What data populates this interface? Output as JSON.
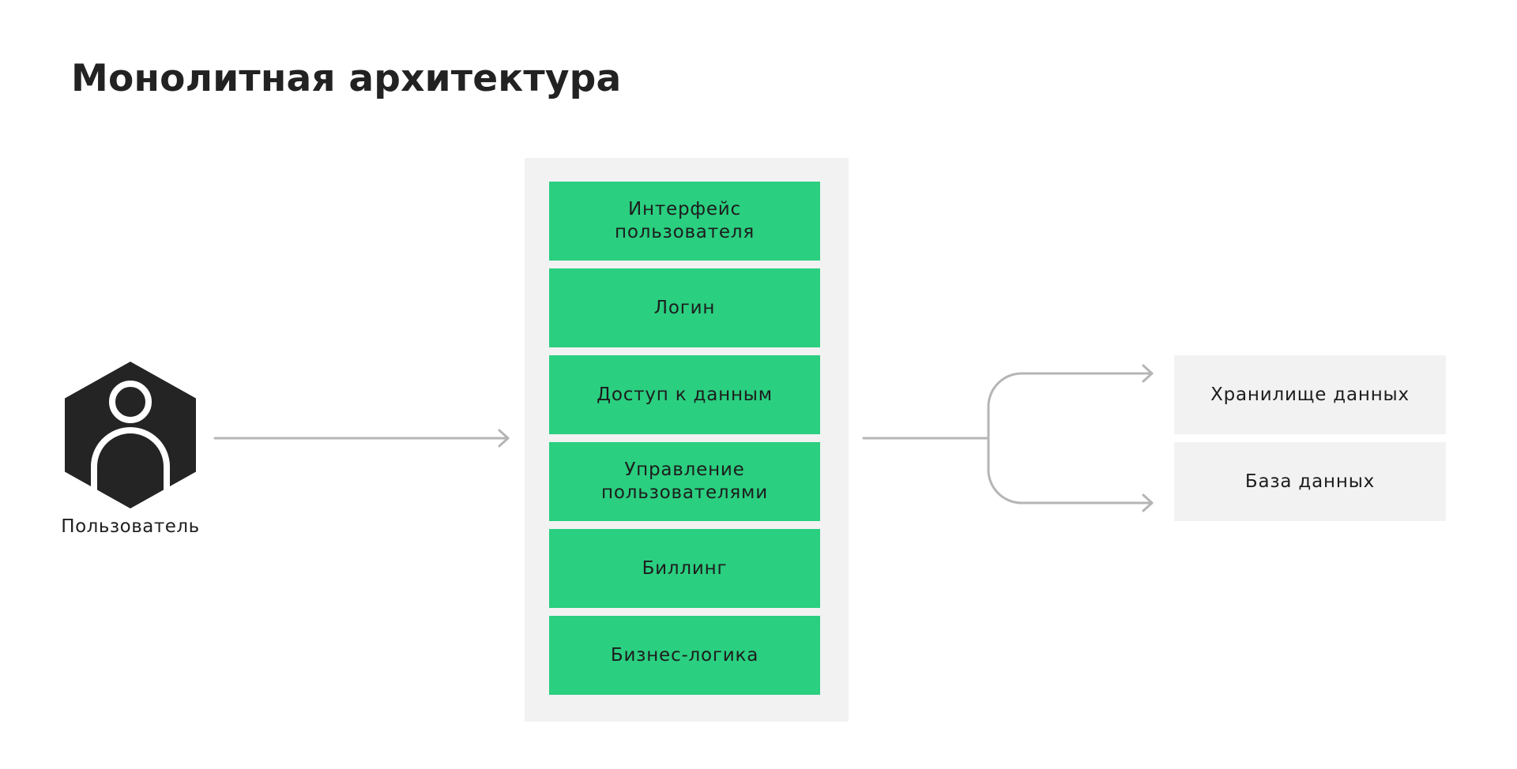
{
  "title": "Монолитная архитектура",
  "user": {
    "label": "Пользователь",
    "icon": "user-hexagon-icon"
  },
  "monolith": {
    "modules": [
      {
        "label": "Интерфейс\nпользователя"
      },
      {
        "label": "Логин"
      },
      {
        "label": "Доступ к данным"
      },
      {
        "label": "Управление\nпользователями"
      },
      {
        "label": "Биллинг"
      },
      {
        "label": "Бизнес-логика"
      }
    ]
  },
  "storage": [
    {
      "label": "Хранилище данных"
    },
    {
      "label": "База данных"
    }
  ],
  "colors": {
    "module": "#2acf80",
    "panel": "#f2f2f2",
    "connector": "#b5b5b5",
    "icon": "#242424"
  }
}
